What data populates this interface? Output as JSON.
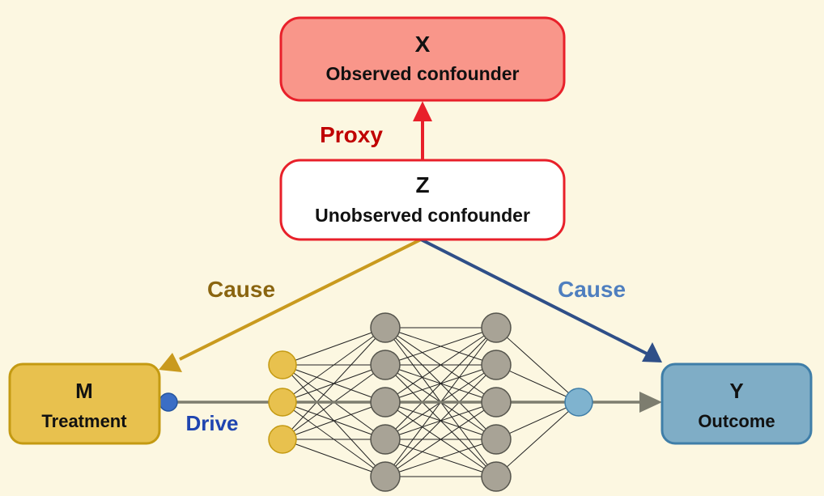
{
  "nodes": {
    "x": {
      "letter": "X",
      "label": "Observed confounder"
    },
    "z": {
      "letter": "Z",
      "label": "Unobserved confounder"
    },
    "m": {
      "letter": "M",
      "label": "Treatment"
    },
    "y": {
      "letter": "Y",
      "label": "Outcome"
    }
  },
  "edges": {
    "proxy": "Proxy",
    "cause_left": "Cause",
    "cause_right": "Cause",
    "drive": "Drive"
  },
  "neural_network": {
    "layer_sizes": [
      3,
      5,
      5,
      1
    ]
  },
  "colors": {
    "background": "#fcf7e1",
    "x_fill": "#f9968a",
    "x_border": "#e8202a",
    "z_fill": "#ffffff",
    "z_border": "#e8202a",
    "m_fill": "#e8c14e",
    "m_border": "#c49a12",
    "y_fill": "#7fadc6",
    "y_border": "#3f7ea8",
    "proxy": "#c00000",
    "cause_left": "#8a6510",
    "cause_left_line": "#c99a1e",
    "cause_right": "#4f7fbf",
    "cause_right_line": "#2f4f88",
    "drive": "#1f45b0",
    "nn_input": "#e8c14e",
    "nn_hidden": "#a8a396",
    "nn_output": "#7fb3cf",
    "nn_edge": "#222222",
    "flow_line": "#7d7d6f"
  }
}
